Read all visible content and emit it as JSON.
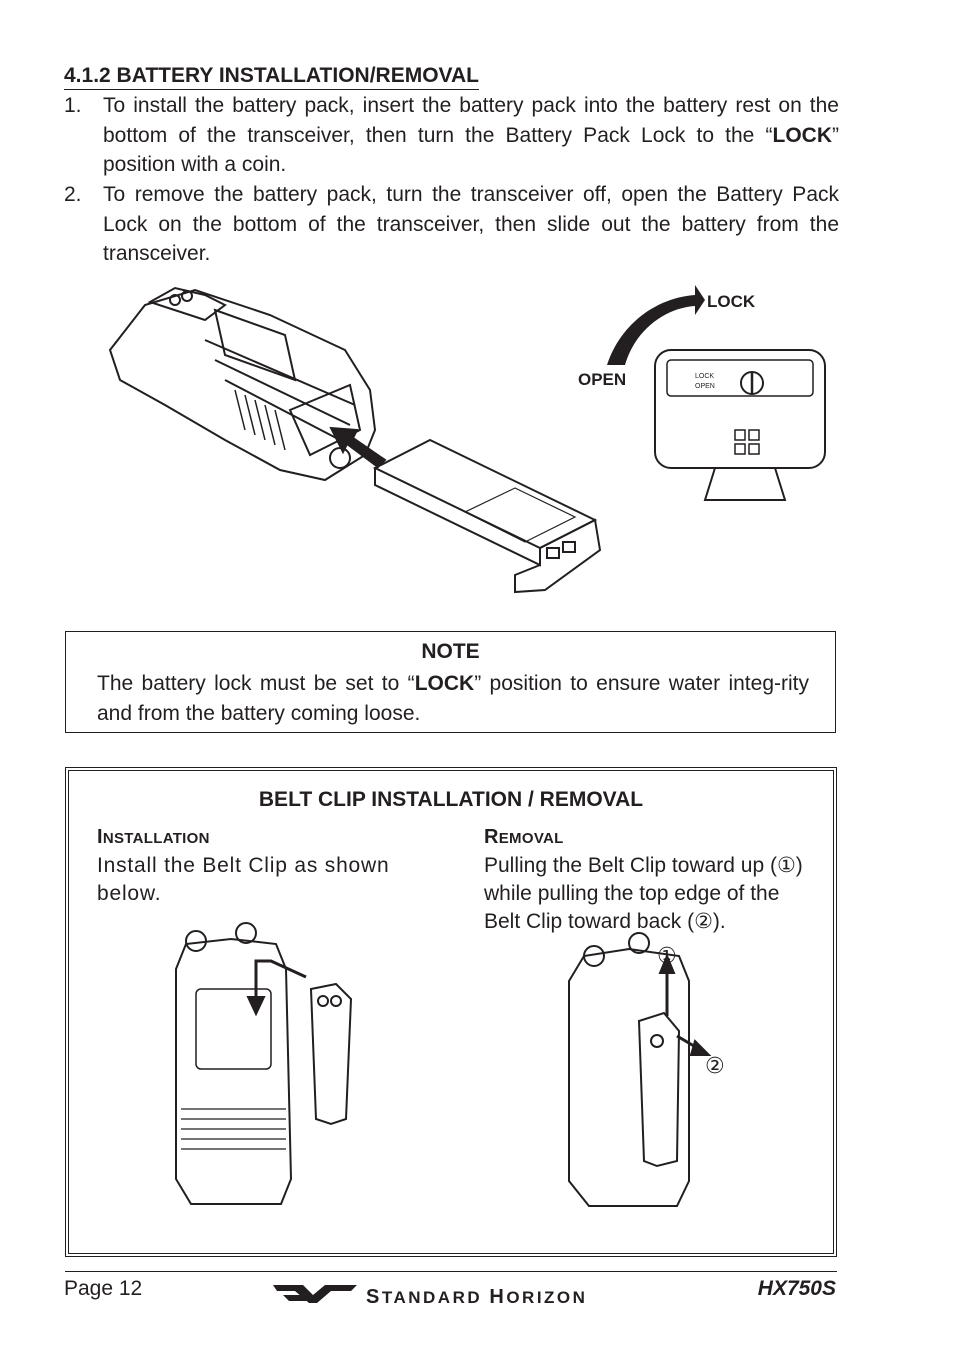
{
  "section": {
    "heading": "4.1.2 BATTERY INSTALLATION/REMOVAL"
  },
  "steps": [
    {
      "number": "1.",
      "text_before": "To install the battery pack, insert the battery pack into the battery rest on the bottom of the transceiver, then turn the Battery Pack Lock to the “",
      "bold": "LOCK",
      "text_after": "” position with a coin."
    },
    {
      "number": "2.",
      "text": "To remove the battery pack, turn the transceiver off, open the Battery Pack Lock on the bottom of the transceiver, then slide out the battery from the transceiver."
    }
  ],
  "figure_battery": {
    "lock_label": "LOCK",
    "open_label": "OPEN",
    "dial_lock": "LOCK",
    "dial_open": "OPEN"
  },
  "note": {
    "title": "NOTE",
    "text_before": "The battery lock must be set to “",
    "bold": "LOCK",
    "text_after": "” position to ensure water integ-rity and from the battery coming loose."
  },
  "belt_clip": {
    "title": "BELT CLIP INSTALLATION / REMOVAL",
    "installation": {
      "heading_cap": "I",
      "heading_rest": "NSTALLATION",
      "text": "Install the Belt Clip as shown below."
    },
    "removal": {
      "heading_cap": "R",
      "heading_rest": "EMOVAL",
      "text": "Pulling the Belt Clip toward up (①) while pulling the top edge of the Belt Clip toward back (②)."
    },
    "marker_1": "①",
    "marker_2": "②"
  },
  "footer": {
    "page": "Page 12",
    "brand_s": "S",
    "brand_rest1": "TANDARD ",
    "brand_h": "H",
    "brand_rest2": "ORIZON",
    "model": "HX750S"
  }
}
